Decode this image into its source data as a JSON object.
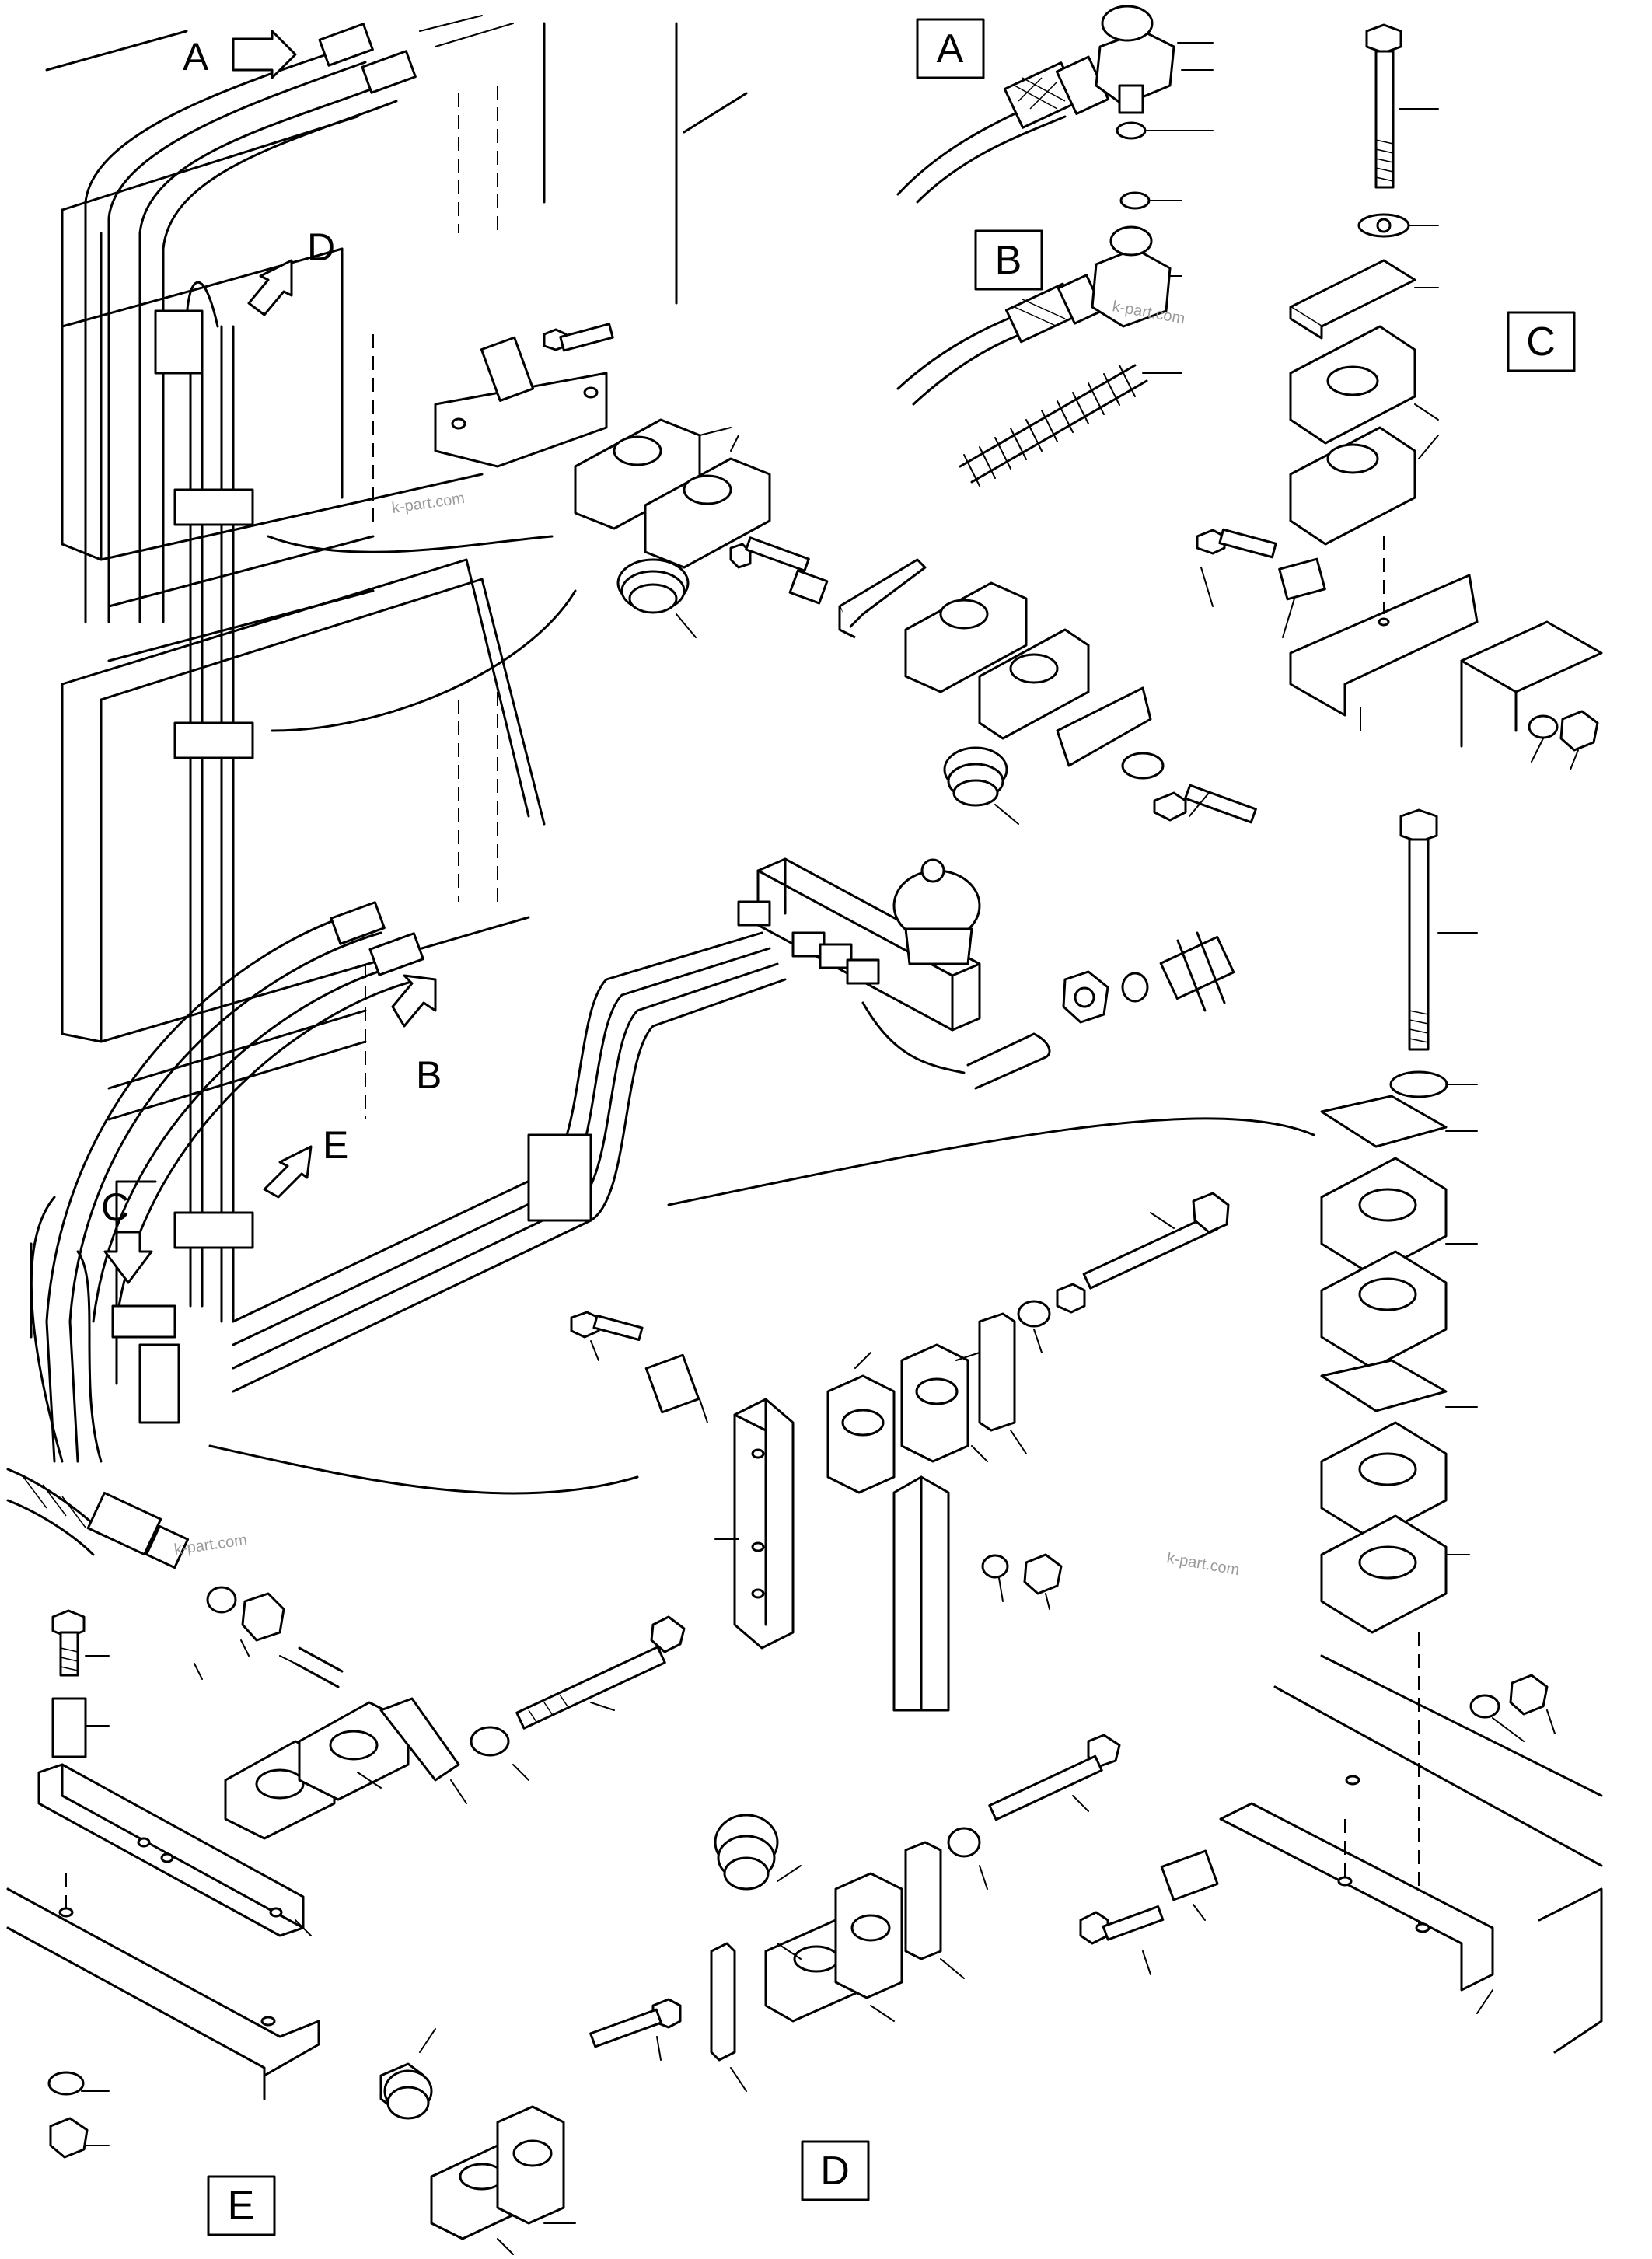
{
  "view_labels": {
    "a": "A",
    "b": "B",
    "c": "C",
    "d": "D",
    "e": "E"
  },
  "detail_boxes": {
    "a": "A",
    "b": "B",
    "c": "C",
    "d": "D",
    "e": "E"
  },
  "watermarks": {
    "w1": "k-part.com",
    "w2": "k-part.com",
    "w3": "k-part.com",
    "w4": "k-part.com"
  }
}
